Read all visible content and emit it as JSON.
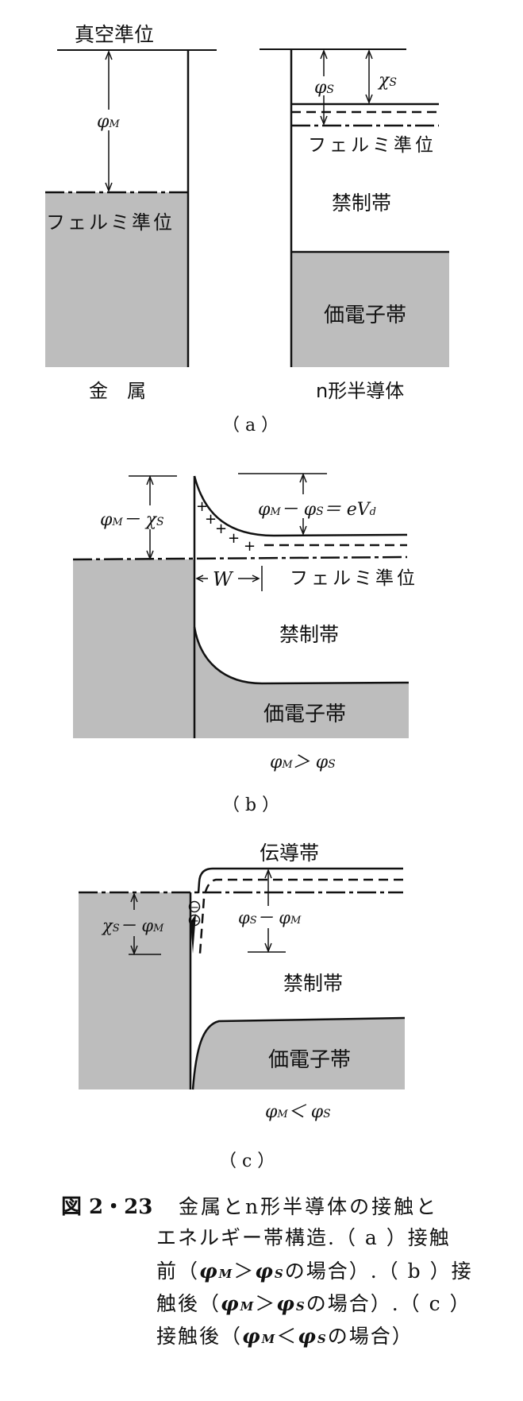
{
  "panel_a": {
    "vacuum_level": "真空準位",
    "phi_m": [
      "φ",
      "M"
    ],
    "phi_s": [
      "φ",
      "S"
    ],
    "chi_s": [
      "χ",
      "S"
    ],
    "metal_fermi": "フェルミ準位",
    "semi_fermi": "フェルミ準位",
    "forbidden_band": "禁制帯",
    "valence_band": "価電子帯",
    "metal_label": "金　属",
    "semi_label": "n形半導体",
    "panel_label": "（ a ）"
  },
  "panel_b": {
    "barrier": [
      "φ",
      "M",
      "－ χ",
      "S"
    ],
    "diffusion": [
      "φ",
      "M",
      "－ φ",
      "S",
      "＝ ",
      "e",
      "V",
      "d"
    ],
    "width": "W",
    "fermi": "フェルミ準位",
    "forbidden_band": "禁制帯",
    "valence_band": "価電子帯",
    "plus": "+",
    "condition": [
      "φ",
      "M",
      "＞ ",
      "φ",
      "S"
    ],
    "panel_label": "（ b ）"
  },
  "panel_c": {
    "conduction_band": "伝導帯",
    "metal_diff": [
      "χ",
      "S",
      "－ φ",
      "M"
    ],
    "semi_diff": [
      "φ",
      "S",
      "－ φ",
      "M"
    ],
    "forbidden_band": "禁制帯",
    "valence_band": "価電子帯",
    "electron": "−",
    "condition": [
      "φ",
      "M",
      "＜ ",
      "φ",
      "S"
    ],
    "panel_label": "（ c ）"
  },
  "caption": {
    "number": "図 2・23",
    "line1": "金属とn形半導体の接触と",
    "line2": "エネルギー帯構造.（ a ）接触",
    "line3": [
      "前（",
      "φ",
      "M",
      "＞",
      "φ",
      "S",
      "の場合）.（ b ）接"
    ],
    "line4": [
      "触後（",
      "φ",
      "M",
      "＞",
      "φ",
      "S",
      "の場合）.（ c ）"
    ],
    "line5": [
      "接触後（",
      "φ",
      "M",
      "＜",
      "φ",
      "S",
      "の場合）"
    ]
  }
}
